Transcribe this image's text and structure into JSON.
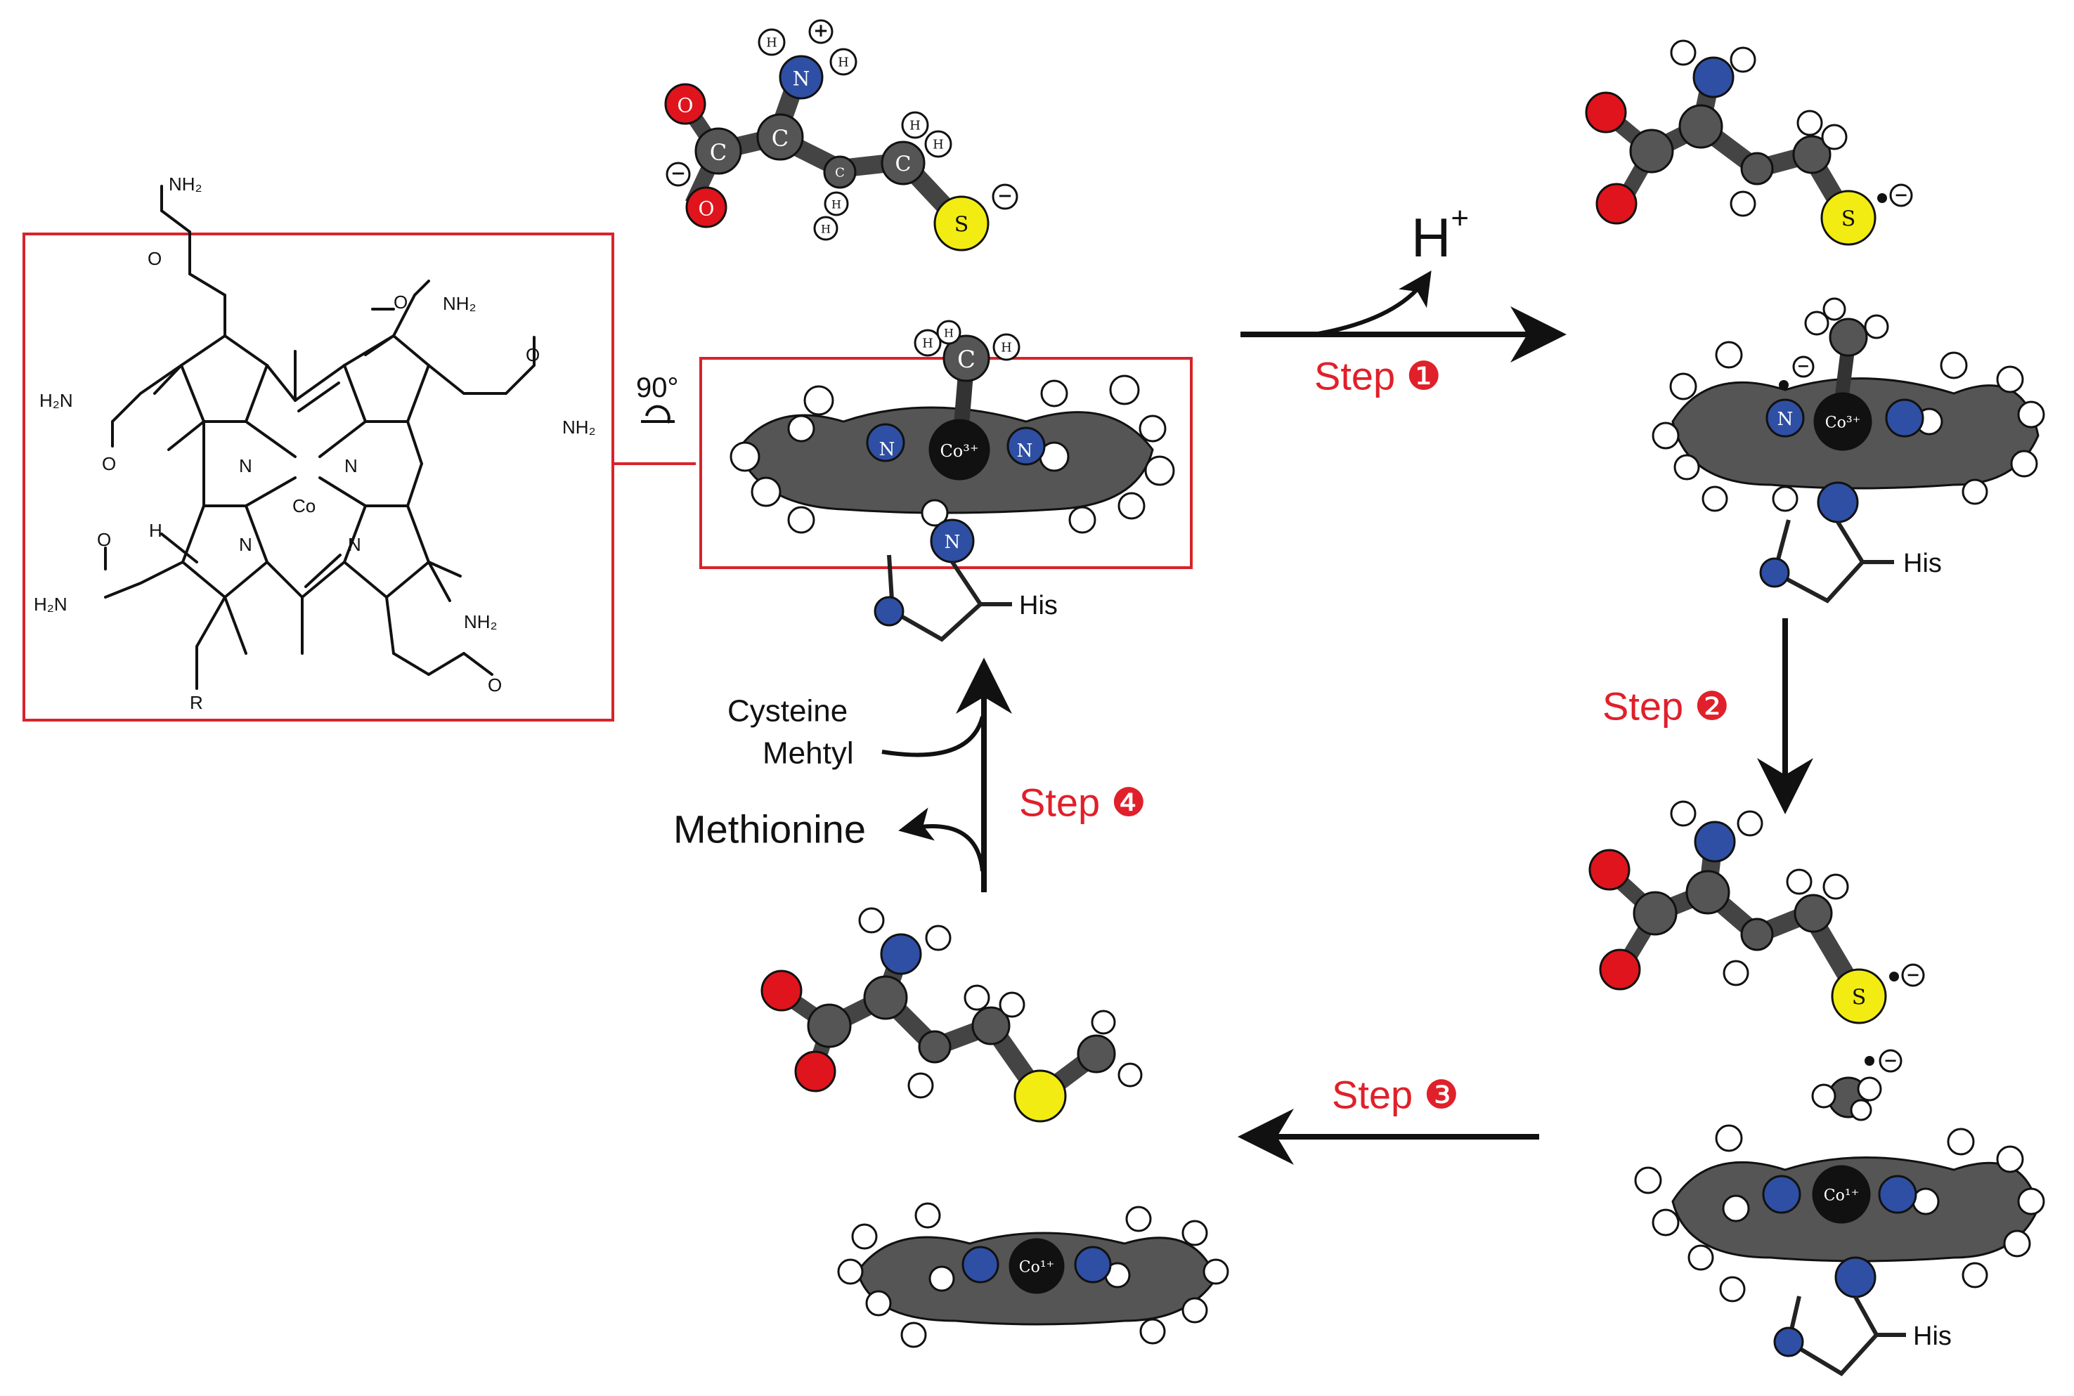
{
  "colors": {
    "carbon": "#555555",
    "hydrogen": "#ffffff",
    "nitrogen": "#2e4fa3",
    "oxygen": "#e0141c",
    "sulfur": "#f2ec12",
    "cobalt": "#111111",
    "accent_red": "#e0202a",
    "ink": "#111111"
  },
  "structure": {
    "NH2_top": "NH₂",
    "NH2_upper_right": "NH₂",
    "NH2_far_right": "NH₂",
    "H2N_left_upper": "H₂N",
    "H2N_left_lower": "H₂N",
    "NH2_lower": "NH₂",
    "O": "O",
    "N": "N",
    "Co": "Co",
    "H": "H",
    "R": "R"
  },
  "rotation": {
    "angle": "90°"
  },
  "atoms": {
    "C": "C",
    "H": "H",
    "N": "N",
    "O": "O",
    "S": "S",
    "co3": "Co³⁺",
    "co1": "Co¹⁺",
    "plus": "+",
    "minus": "−"
  },
  "labels": {
    "his": "His",
    "h_plus": "H",
    "h_plus_sup": "+",
    "cysteine": "Cysteine",
    "mehtyl": "Mehtyl",
    "methionine": "Methionine"
  },
  "steps": {
    "step1": "Step ❶",
    "step2": "Step ❷",
    "step3": "Step ❸",
    "step4": "Step ❹"
  }
}
